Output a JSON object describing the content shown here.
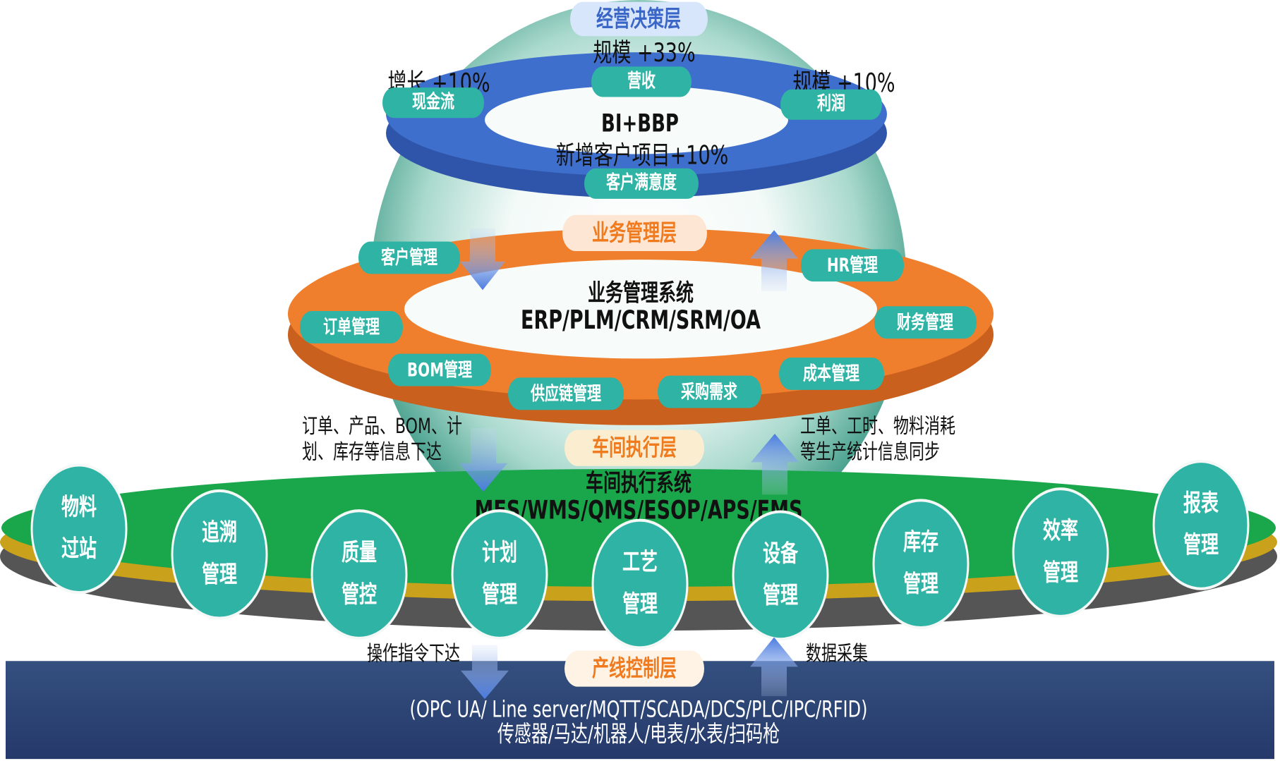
{
  "layers": {
    "decision": {
      "label": "经营决策层",
      "core": "BI+BBP",
      "pills": [
        "营收",
        "现金流",
        "利润",
        "客户满意度"
      ],
      "metrics": [
        "规模 +33%",
        "增长 +10%",
        "规模 +10%",
        "新增客户项目+10%"
      ]
    },
    "business": {
      "label": "业务管理层",
      "core_line1": "业务管理系统",
      "core_line2": "ERP/PLM/CRM/SRM/OA",
      "pills": [
        "客户管理",
        "HR管理",
        "订单管理",
        "财务管理",
        "BOM管理",
        "成本管理",
        "供应链管理",
        "采购需求"
      ]
    },
    "workshop": {
      "label": "车间执行层",
      "core_line1": "车间执行系统",
      "core_line2": "MES/WMS/QMS/ESOP/APS/EMS",
      "circles": [
        {
          "line1": "物料",
          "line2": "过站"
        },
        {
          "line1": "追溯",
          "line2": "管理"
        },
        {
          "line1": "质量",
          "line2": "管控"
        },
        {
          "line1": "计划",
          "line2": "管理"
        },
        {
          "line1": "工艺",
          "line2": "管理"
        },
        {
          "line1": "设备",
          "line2": "管理"
        },
        {
          "line1": "库存",
          "line2": "管理"
        },
        {
          "line1": "效率",
          "line2": "管理"
        },
        {
          "line1": "报表",
          "line2": "管理"
        }
      ]
    },
    "control": {
      "label": "产线控制层",
      "line1": "(OPC UA/ Line server/MQTT/SCADA/DCS/PLC/IPC/RFID)",
      "line2": "传感器/马达/机器人/电表/水表/扫码枪"
    }
  },
  "flows": {
    "down1_line1": "订单、产品、BOM、计",
    "down1_line2": "划、库存等信息下达",
    "up1_line1": "工单、工时、物料消耗",
    "up1_line2": "等生产统计信息同步",
    "down2": "操作指令下达",
    "up2": "数据采集"
  },
  "colors": {
    "teal": "#2fb3a4",
    "blue_ring": "#3f6fcc",
    "orange_ring": "#ef7f2c",
    "green_disc": "#1aa64b",
    "navy_band": "#2d4373"
  }
}
